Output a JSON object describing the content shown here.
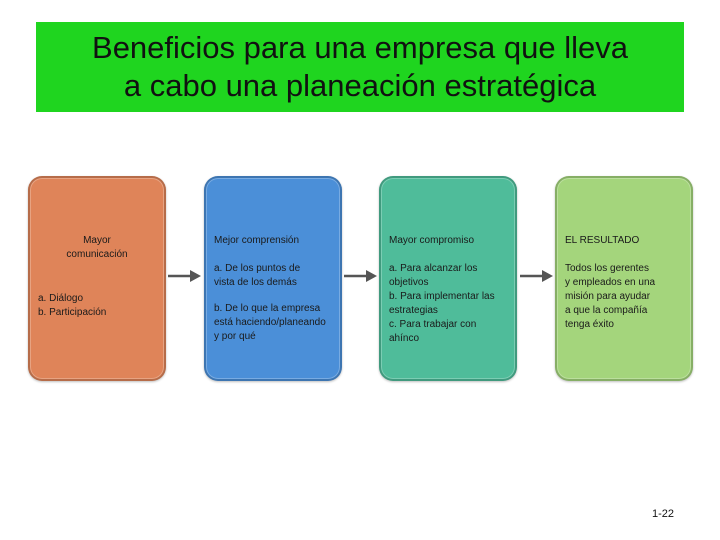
{
  "title": {
    "line1": "Beneficios para una empresa que lleva",
    "line2": "a cabo una planeación estratégica"
  },
  "colors": {
    "banner": "#1fd51f",
    "card1": "#df8459",
    "card2": "#4b8fd8",
    "card3": "#4fbc9a",
    "card4": "#a4d57c",
    "arrow": "#555555"
  },
  "cards": [
    {
      "heading_line1": "Mayor",
      "heading_line2": "comunicación",
      "items": [
        "a. Diálogo",
        "b. Participación"
      ]
    },
    {
      "heading": "Mejor comprensión",
      "items": [
        "a. De los puntos de",
        "vista de los demás",
        "b. De lo que la empresa",
        "está haciendo/planeando",
        "y por qué"
      ]
    },
    {
      "heading": "Mayor compromiso",
      "items": [
        "a. Para alcanzar los",
        "objetivos",
        "b. Para implementar las",
        "estrategias",
        "c. Para trabajar con",
        "ahínco"
      ]
    },
    {
      "heading": "EL RESULTADO",
      "items": [
        "Todos los gerentes",
        "y empleados en una",
        "misión para ayudar",
        "a que la compañía",
        "tenga éxito"
      ]
    }
  ],
  "icons": {
    "arrow": "arrow-right-icon"
  },
  "page_number": "1-22"
}
